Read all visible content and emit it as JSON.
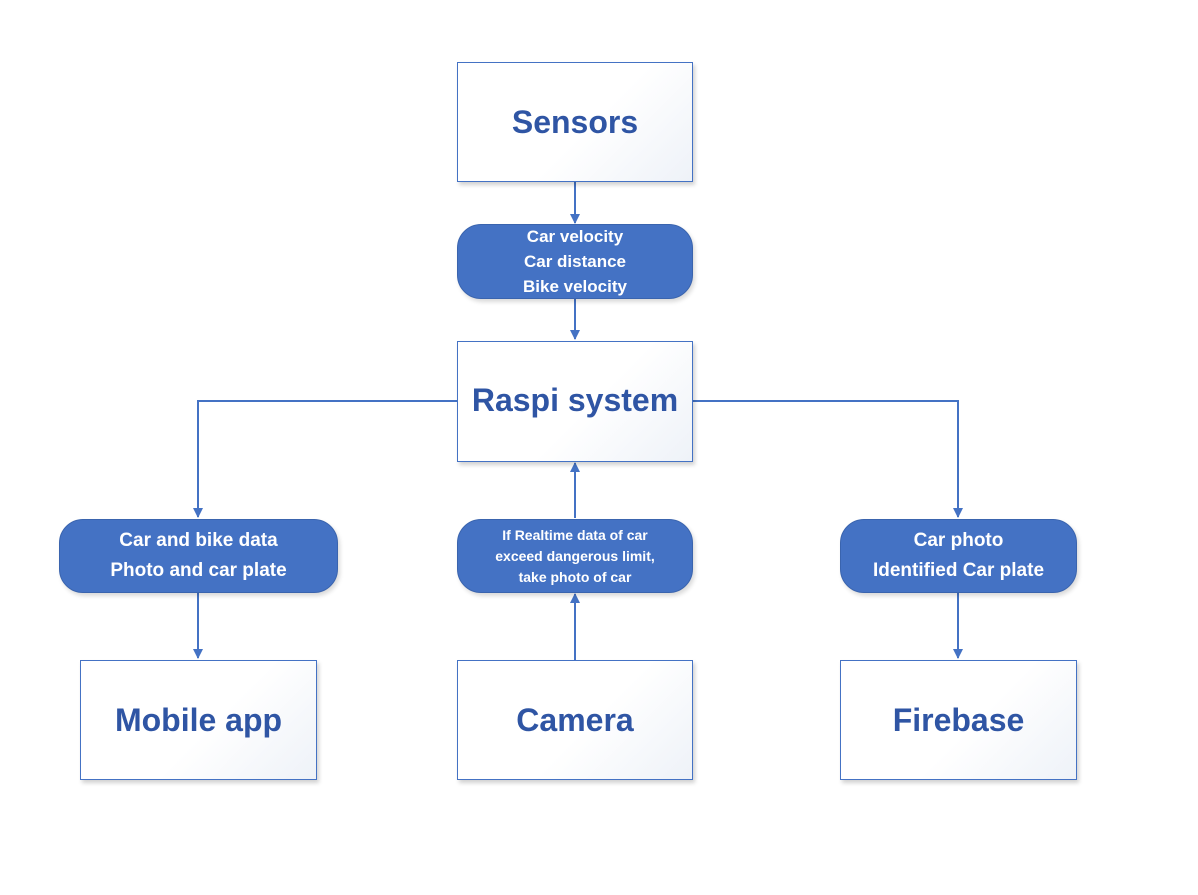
{
  "colors": {
    "accent": "#4472C4",
    "box_text": "#2F55A4",
    "pill_text": "#FFFFFF",
    "connector": "#4472C4"
  },
  "nodes": {
    "sensors": {
      "label": "Sensors"
    },
    "sensor_data": {
      "lines": [
        "Car velocity",
        "Car distance",
        "Bike velocity"
      ]
    },
    "raspi": {
      "label": "Raspi system"
    },
    "app_data": {
      "lines": [
        "Car and bike data",
        "Photo and car plate"
      ]
    },
    "trigger": {
      "lines": [
        "If Realtime data of car",
        "exceed dangerous limit,",
        "take photo of car"
      ]
    },
    "firebase_data": {
      "lines": [
        "Car photo",
        "Identified Car plate"
      ]
    },
    "mobile_app": {
      "label": "Mobile app"
    },
    "camera": {
      "label": "Camera"
    },
    "firebase": {
      "label": "Firebase"
    }
  }
}
